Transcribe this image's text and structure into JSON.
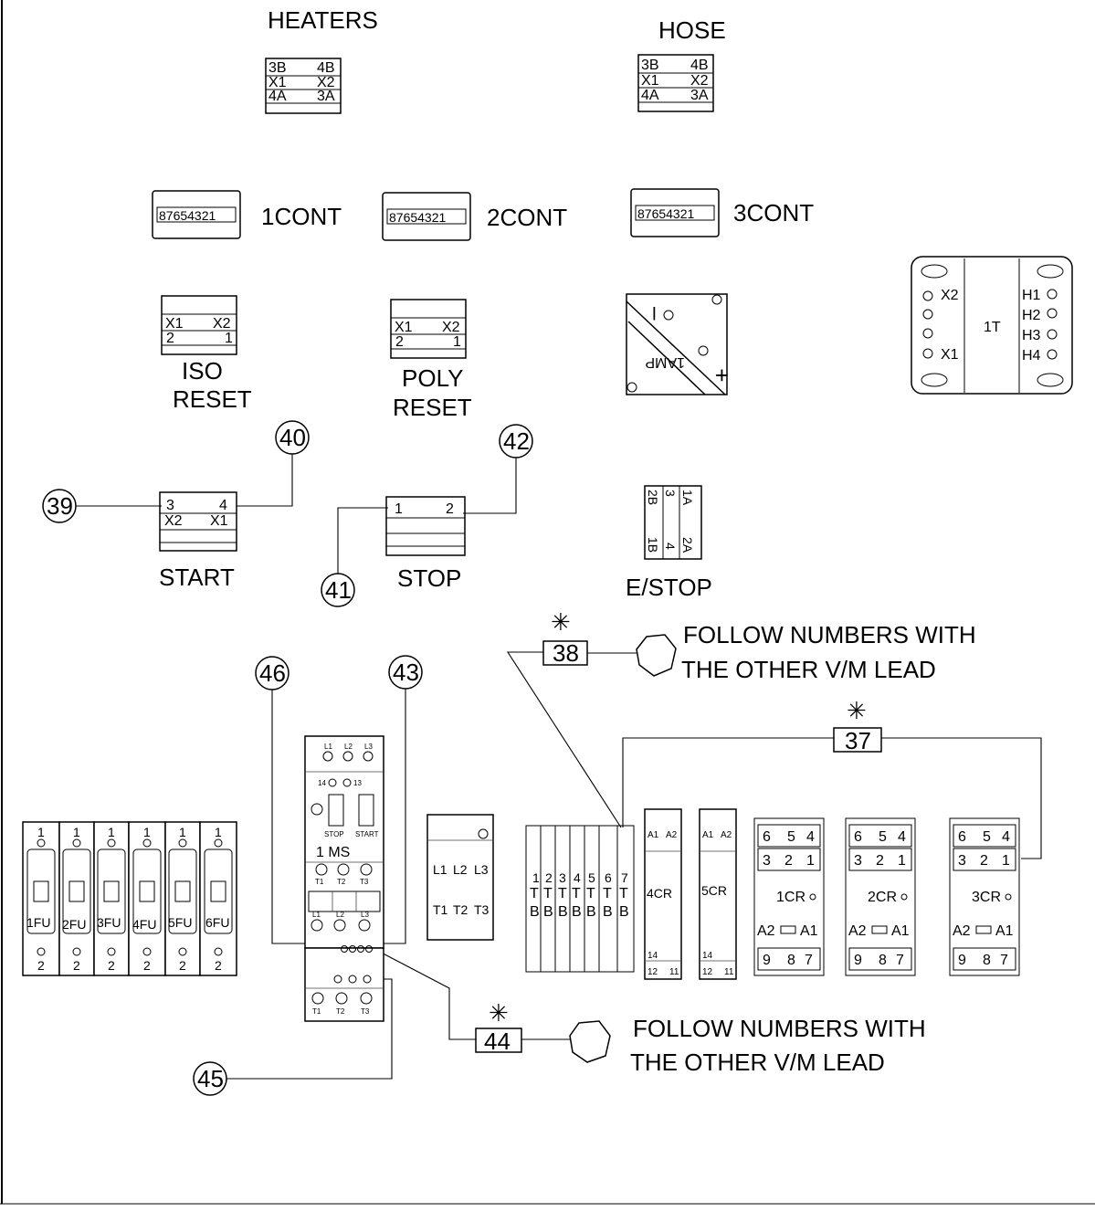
{
  "labels": {
    "heaters": "HEATERS",
    "hose": "HOSE",
    "cont1": "1CONT",
    "cont2": "2CONT",
    "cont3": "3CONT",
    "iso_reset_1": "ISO",
    "iso_reset_2": "RESET",
    "poly_reset_1": "POLY",
    "poly_reset_2": "RESET",
    "start": "START",
    "stop": "STOP",
    "estop": "E/STOP",
    "follow1_l1": "FOLLOW NUMBERS WITH",
    "follow1_l2": "THE OTHER V/M LEAD",
    "follow2_l1": "FOLLOW NUMBERS WITH",
    "follow2_l2": "THE OTHER V/M LEAD"
  },
  "terminal_block": {
    "row1_left": "3B",
    "row1_right": "4B",
    "row2_left": "X1",
    "row2_right": "X2",
    "row3_left": "4A",
    "row3_right": "3A"
  },
  "cont_strip": "87654321",
  "reset_terminals": {
    "r1_left": "X1",
    "r1_right": "X2",
    "r2_left": "2",
    "r2_right": "1"
  },
  "start_terminals": {
    "r1_left": "3",
    "r1_right": "4",
    "r2_left": "X2",
    "r2_right": "X1"
  },
  "stop_terminals": {
    "left": "1",
    "right": "2"
  },
  "estop_terminals": {
    "t1": "2B",
    "t2": "3",
    "t3": "1A",
    "b1": "1B",
    "b2": "4",
    "b3": "2A"
  },
  "power_supply": {
    "minus": "–",
    "plus": "+",
    "rating": "1AMP"
  },
  "transformer": {
    "name": "1T",
    "left": [
      "X2",
      "X1"
    ],
    "right": [
      "H1",
      "H2",
      "H3",
      "H4"
    ]
  },
  "wire_numbers": {
    "w39": "39",
    "w40": "40",
    "w41": "41",
    "w42": "42",
    "w43": "43",
    "w45": "45",
    "w46": "46",
    "box37": "37",
    "box38": "38",
    "box44": "44"
  },
  "fuses": [
    {
      "name": "1FU",
      "top": "1",
      "bottom": "2"
    },
    {
      "name": "2FU",
      "top": "1",
      "bottom": "2"
    },
    {
      "name": "3FU",
      "top": "1",
      "bottom": "2"
    },
    {
      "name": "4FU",
      "top": "1",
      "bottom": "2"
    },
    {
      "name": "5FU",
      "top": "1",
      "bottom": "2"
    },
    {
      "name": "6FU",
      "top": "1",
      "bottom": "2"
    }
  ],
  "motor_starter": {
    "name": "1 MS",
    "top_terms": [
      "L1",
      "L2",
      "L3"
    ],
    "aux_left": "14",
    "aux_right": "13",
    "stop_btn": "STOP",
    "start_btn": "START",
    "mid_terms": [
      "T1",
      "T2",
      "T3"
    ],
    "low_terms": [
      "L1",
      "L2",
      "L3"
    ],
    "bottom_terms": [
      "T1",
      "T2",
      "T3"
    ]
  },
  "small_contactor": {
    "top": [
      "L1",
      "L2",
      "L3"
    ],
    "bottom": [
      "T1",
      "T2",
      "T3"
    ]
  },
  "tb_strip": [
    {
      "num": "1",
      "t": "T",
      "b": "B"
    },
    {
      "num": "2",
      "t": "T",
      "b": "B"
    },
    {
      "num": "3",
      "t": "T",
      "b": "B"
    },
    {
      "num": "4",
      "t": "T",
      "b": "B"
    },
    {
      "num": "5",
      "t": "T",
      "b": "B"
    },
    {
      "num": "6",
      "t": "T",
      "b": "B"
    },
    {
      "num": "7",
      "t": "T",
      "b": "B"
    }
  ],
  "relays_small": [
    {
      "name": "4CR",
      "a1": "A1",
      "a2": "A2",
      "c14": "14",
      "c12": "12",
      "c11": "11"
    },
    {
      "name": "5CR",
      "a1": "A1",
      "a2": "A2",
      "c14": "14",
      "c12": "12",
      "c11": "11"
    }
  ],
  "relays_large": [
    {
      "name": "1CR",
      "top": [
        "6",
        "5",
        "4"
      ],
      "mid": [
        "3",
        "2",
        "1"
      ],
      "a2": "A2",
      "a1": "A1",
      "bot": [
        "9",
        "8",
        "7"
      ]
    },
    {
      "name": "2CR",
      "top": [
        "6",
        "5",
        "4"
      ],
      "mid": [
        "3",
        "2",
        "1"
      ],
      "a2": "A2",
      "a1": "A1",
      "bot": [
        "9",
        "8",
        "7"
      ]
    },
    {
      "name": "3CR",
      "top": [
        "6",
        "5",
        "4"
      ],
      "mid": [
        "3",
        "2",
        "1"
      ],
      "a2": "A2",
      "a1": "A1",
      "bot": [
        "9",
        "8",
        "7"
      ]
    }
  ],
  "asterisk": "✳"
}
